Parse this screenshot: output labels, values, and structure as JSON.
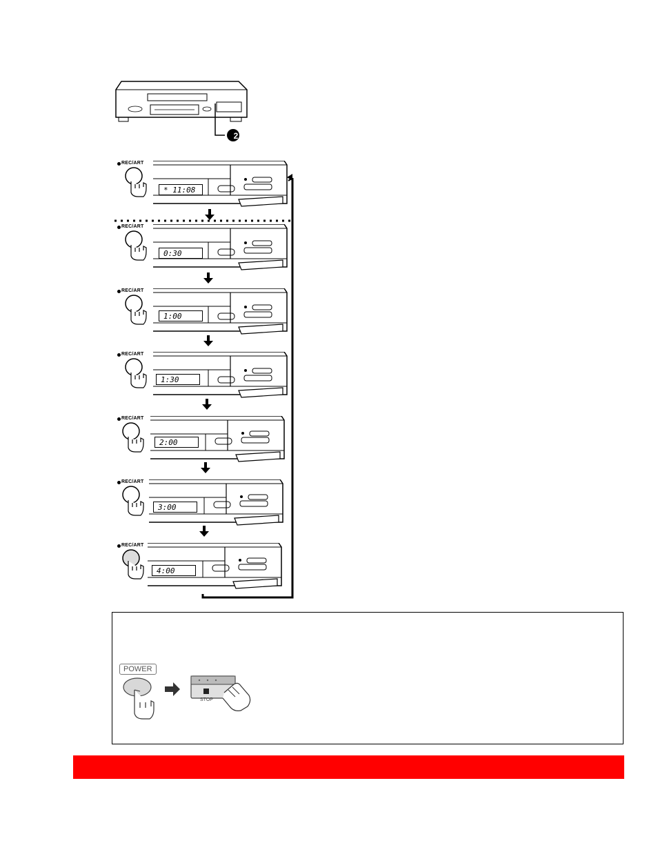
{
  "diagram": {
    "step_callout_number": "2",
    "button_label": "REC/ART",
    "steps": [
      {
        "display": "* 11:08"
      },
      {
        "display": "0:30"
      },
      {
        "display": "1:00"
      },
      {
        "display": "1:30"
      },
      {
        "display": "2:00"
      },
      {
        "display": "3:00"
      },
      {
        "display": "4:00"
      }
    ]
  },
  "note": {
    "power_label": "POWER",
    "stop_label": "STOP"
  },
  "colors": {
    "footer_bar": "#ff0000",
    "ink": "#000000"
  }
}
